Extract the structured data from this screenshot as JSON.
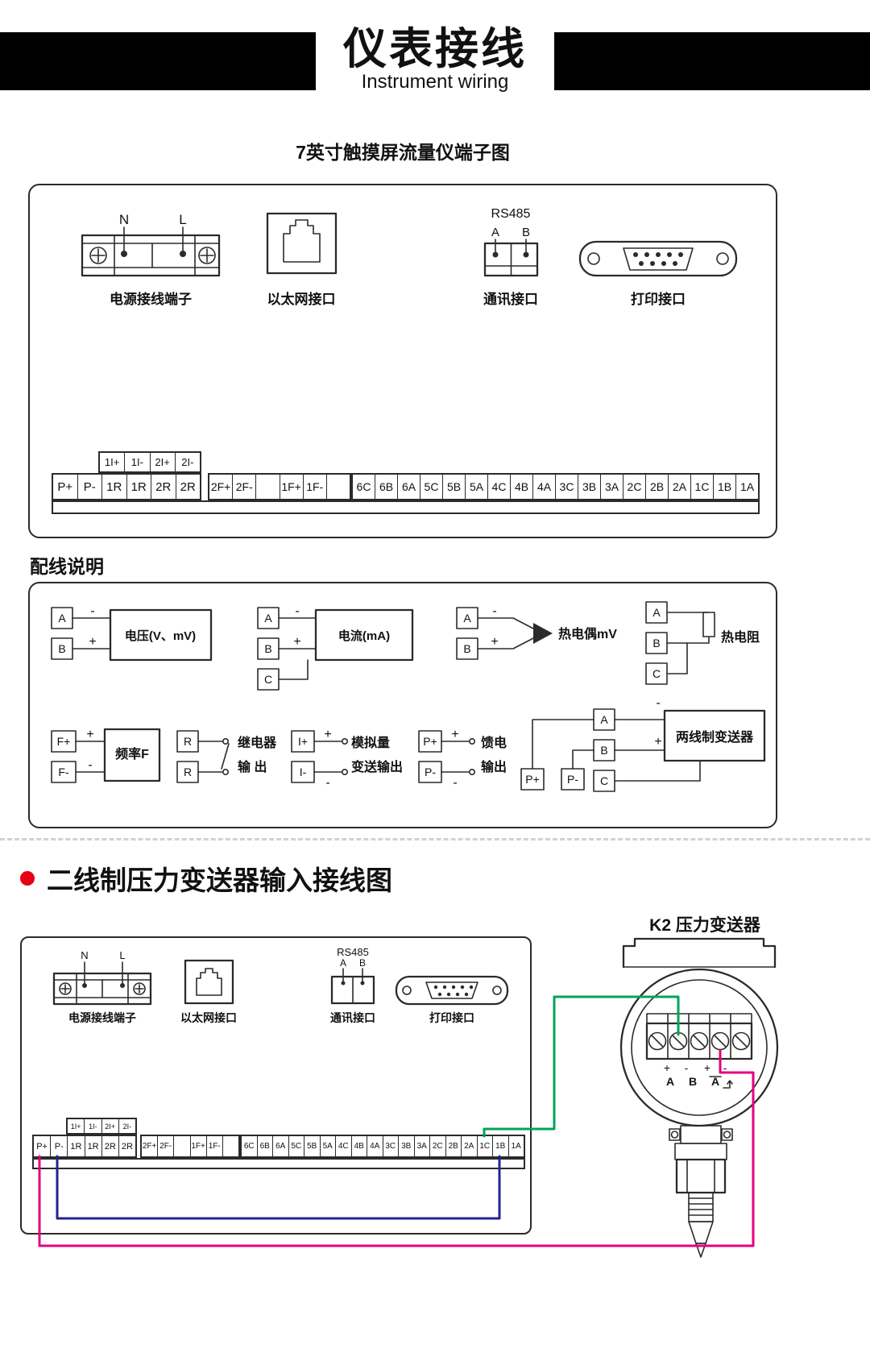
{
  "theme": {
    "header_bar_color": "#000000",
    "accent_red": "#e60012",
    "line_color": "#2b2b2b"
  },
  "header": {
    "title_cn": "仪表接线",
    "title_en": "Instrument wiring"
  },
  "section1": {
    "subtitle": "7英寸触摸屏流量仪端子图"
  },
  "connectors": {
    "power_label": "电源接线端子",
    "power_n": "N",
    "power_l": "L",
    "ethernet_label": "以太网接口",
    "rs485_title": "RS485",
    "rs485_a": "A",
    "rs485_b": "B",
    "comm_label": "通讯接口",
    "print_label": "打印接口"
  },
  "terminals": {
    "io_row": [
      "1I+",
      "1I-",
      "2I+",
      "2I-"
    ],
    "left": [
      "P+",
      "P-",
      "1R",
      "1R",
      "2R",
      "2R"
    ],
    "mid": [
      "2F+",
      "2F-",
      "",
      "1F+",
      "1F-",
      ""
    ],
    "right": [
      "6C",
      "6B",
      "6A",
      "5C",
      "5B",
      "5A",
      "4C",
      "4B",
      "4A",
      "3C",
      "3B",
      "3A",
      "2C",
      "2B",
      "2A",
      "1C",
      "1B",
      "1A"
    ]
  },
  "section2": {
    "heading": "配线说明",
    "plus": "+",
    "minus": "-",
    "voltage": {
      "a": "A",
      "b": "B",
      "label": "电压(V、mV)"
    },
    "current": {
      "a": "A",
      "b": "B",
      "c": "C",
      "label": "电流(mA)"
    },
    "thermocouple": {
      "a": "A",
      "b": "B",
      "label": "热电偶mV"
    },
    "rtd": {
      "a": "A",
      "b": "B",
      "c": "C",
      "label": "热电阻"
    },
    "frequency": {
      "fp": "F+",
      "fm": "F-",
      "label": "频率F"
    },
    "relay": {
      "r1": "R",
      "r2": "R",
      "label1": "继电器",
      "label2": "输  出"
    },
    "analog": {
      "ip": "I+",
      "im": "I-",
      "label1": "模拟量",
      "label2": "变送输出"
    },
    "feed": {
      "pp": "P+",
      "pm": "P-",
      "label1": "馈电",
      "label2": "输出"
    },
    "two_wire": {
      "a": "A",
      "b": "B",
      "c": "C",
      "pp": "P+",
      "pm": "P-",
      "label": "两线制变送器"
    }
  },
  "section3": {
    "heading": "二线制压力变送器输入接线图",
    "transmitter_title": "K2  压力变送器",
    "transmitter_signs": [
      "+",
      "-",
      "+",
      "-"
    ],
    "transmitter_letters": [
      "A",
      "B",
      "A"
    ],
    "wire_colors": {
      "green": "#00a455",
      "pink": "#e5007d",
      "blue": "#23238f"
    }
  }
}
